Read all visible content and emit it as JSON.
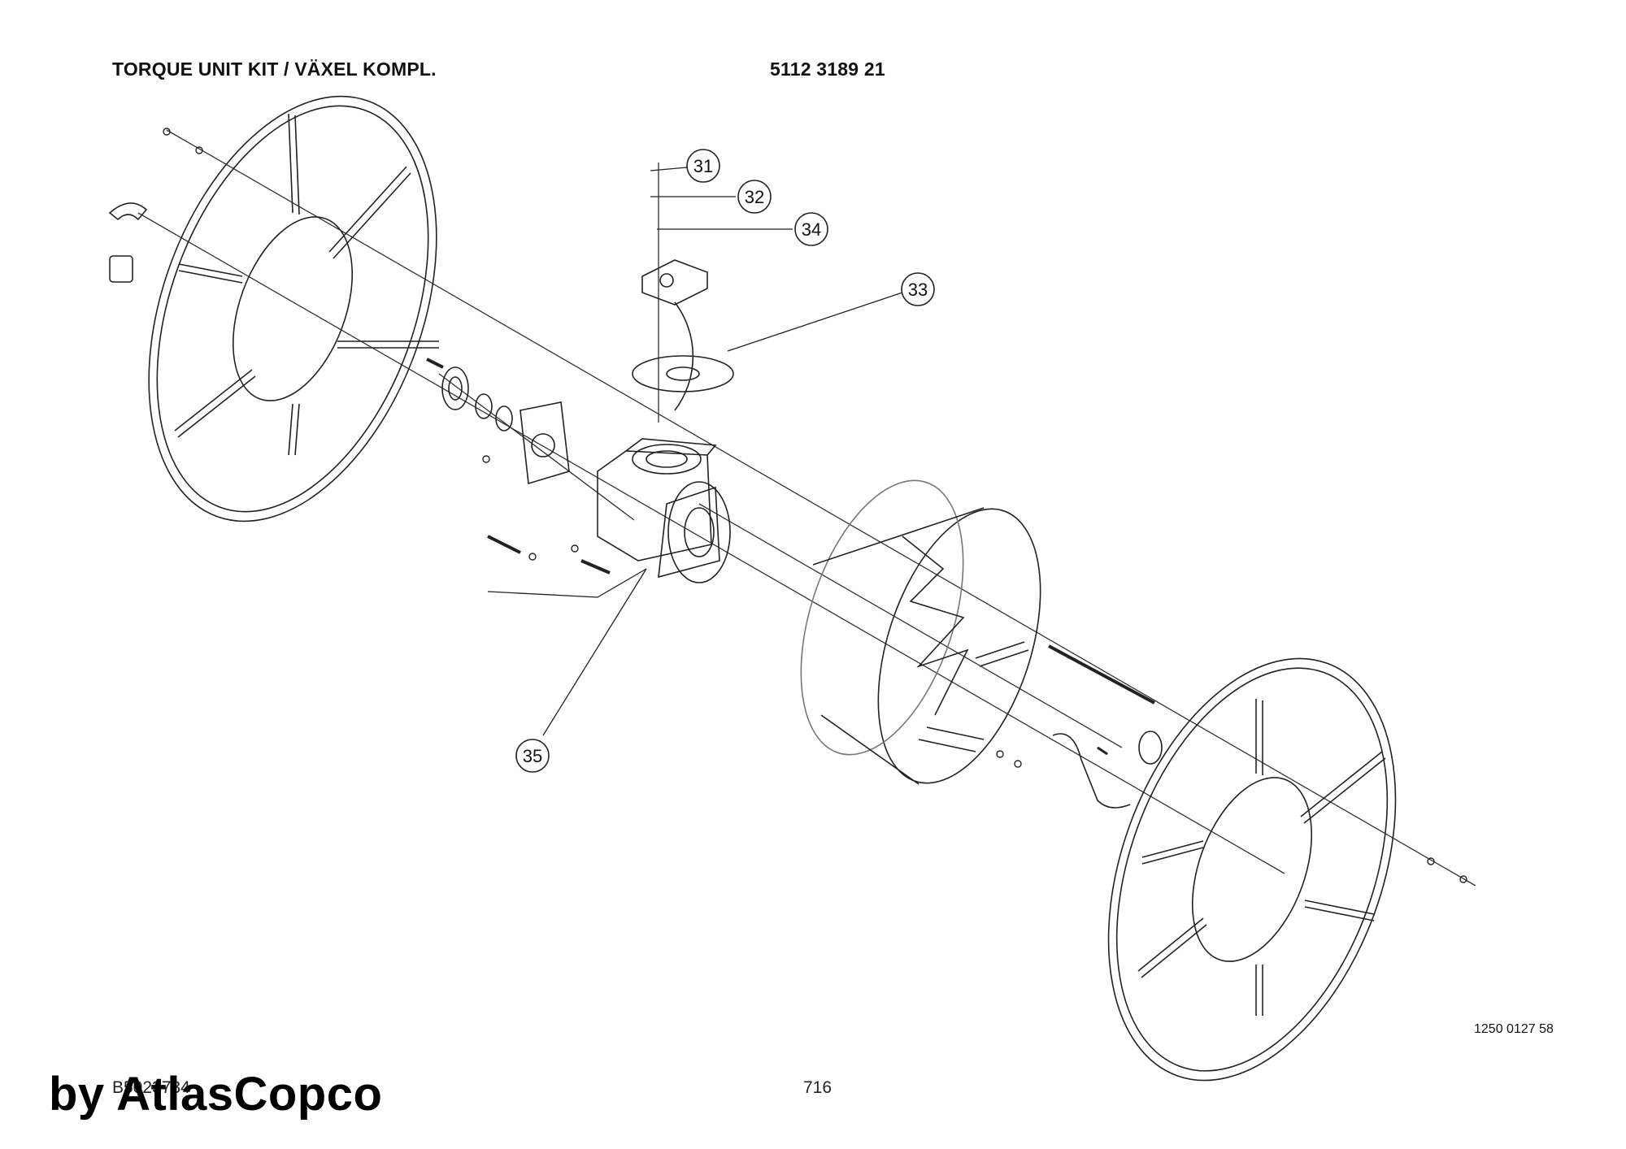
{
  "header": {
    "title": "TORQUE UNIT KIT / VÄXEL KOMPL.",
    "part_number": "5112 3189 21"
  },
  "callouts": [
    {
      "label": "31"
    },
    {
      "label": "32"
    },
    {
      "label": "34"
    },
    {
      "label": "33"
    },
    {
      "label": "35"
    }
  ],
  "footer": {
    "drawing_number": "1250 0127 58",
    "document_ref": "B5023734",
    "page_number": "716",
    "brand": "by AtlasCopco"
  }
}
